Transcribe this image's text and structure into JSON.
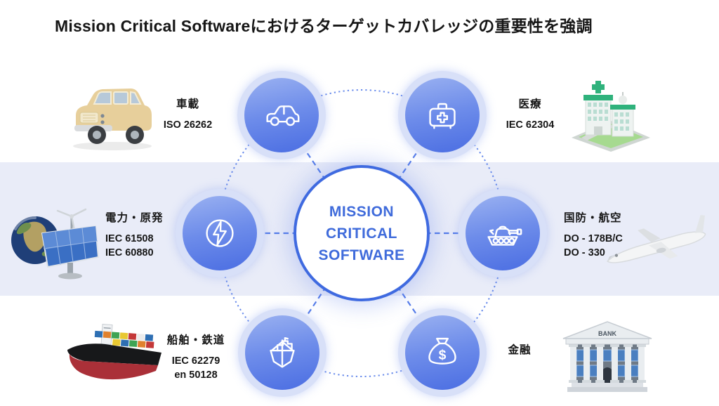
{
  "title": "Mission Critical Softwareにおけるターゲットカバレッジの重要性を強調",
  "hub": {
    "line1": "MISSION",
    "line2": "CRITICAL",
    "line3": "SOFTWARE"
  },
  "colors": {
    "accent": "#3f6ae0",
    "band": "#e9ecf8",
    "node_top": "#9ab1f1",
    "node_bottom": "#4a6de2",
    "halo": "#d8e0f8",
    "hub_text": "#3f6bdb",
    "line": "#4c76e8"
  },
  "nodes": [
    {
      "id": "automotive",
      "label": "車載",
      "standards": [
        "ISO 26262"
      ],
      "icon": "car-icon",
      "illustration": "toy-car"
    },
    {
      "id": "medical",
      "label": "医療",
      "standards": [
        "IEC 62304"
      ],
      "icon": "first-aid-kit-icon",
      "illustration": "hospital-building"
    },
    {
      "id": "power-nuclear",
      "label": "電力・原発",
      "standards": [
        "IEC 61508",
        "IEC 60880"
      ],
      "icon": "lightning-icon",
      "illustration": "earth-solar-panel"
    },
    {
      "id": "defense-aviation",
      "label": "国防・航空",
      "standards": [
        "DO - 178B/C",
        "DO - 330"
      ],
      "icon": "tank-icon",
      "illustration": "airliner"
    },
    {
      "id": "marine-rail",
      "label": "船舶・鉄道",
      "standards": [
        "IEC 62279",
        "en 50128"
      ],
      "icon": "cargo-ship-icon",
      "illustration": "container-ship"
    },
    {
      "id": "finance",
      "label": "金融",
      "standards": [],
      "icon": "money-bag-icon",
      "illustration": "bank-building",
      "icon_glyph": "$",
      "illustration_text": "BANK"
    }
  ]
}
